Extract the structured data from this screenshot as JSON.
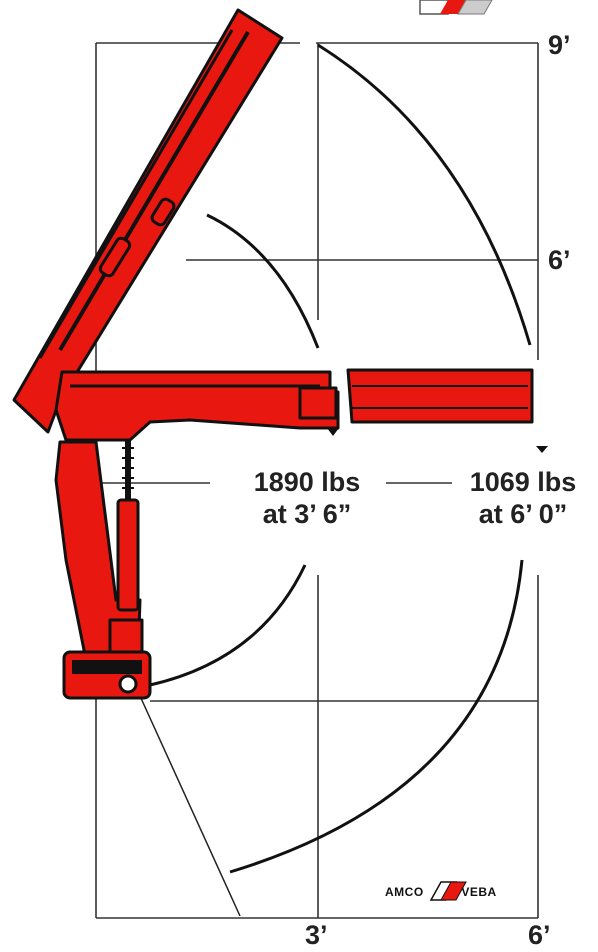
{
  "axis_labels": {
    "y_top": "9’",
    "y_mid": "6’",
    "x_mid": "3’",
    "x_right": "6’"
  },
  "loads": [
    {
      "weight": "1890 lbs",
      "reach": "at 3’ 6”"
    },
    {
      "weight": "1069 lbs",
      "reach": "at 6’ 0”"
    }
  ],
  "brand": {
    "left": "AMCO",
    "right": "VEBA"
  },
  "colors": {
    "crane_red": "#e8170f",
    "line": "#111111",
    "grid": "#333333"
  },
  "icons": [
    "amco-veba-logo-icon",
    "load-marker-icon"
  ]
}
